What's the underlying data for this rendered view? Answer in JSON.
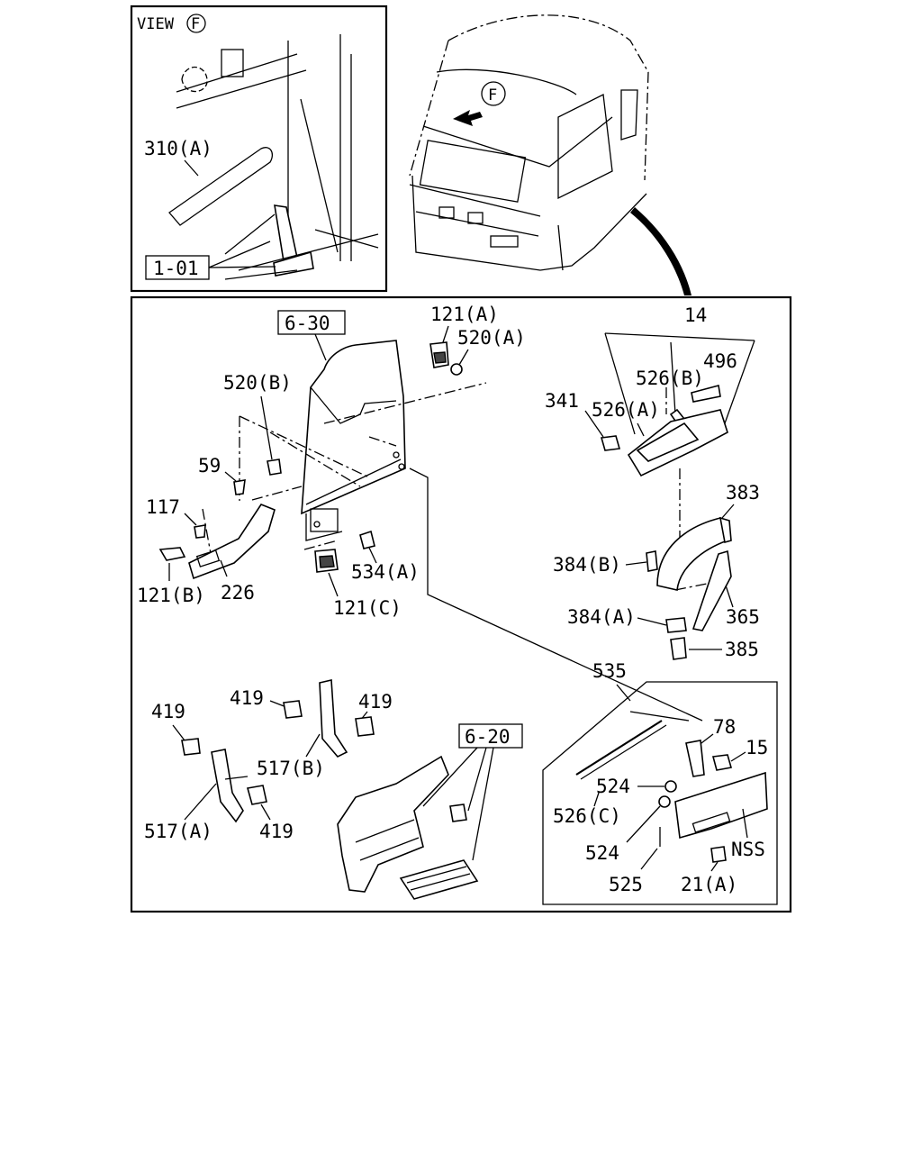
{
  "view": {
    "title": "VIEW",
    "marker": "F"
  },
  "cab_marker": "F",
  "refs": {
    "r101": "1-01",
    "r630": "6-30",
    "r620": "6-20"
  },
  "parts": {
    "p310a": "310(A)",
    "p121a": "121(A)",
    "p520a": "520(A)",
    "p14": "14",
    "p496": "496",
    "p526b": "526(B)",
    "p341": "341",
    "p526a": "526(A)",
    "p520b": "520(B)",
    "p59": "59",
    "p117": "117",
    "p121b": "121(B)",
    "p226": "226",
    "p534a": "534(A)",
    "p121c": "121(C)",
    "p383": "383",
    "p384b": "384(B)",
    "p384a": "384(A)",
    "p365": "365",
    "p385": "385",
    "p535": "535",
    "p78": "78",
    "p15": "15",
    "p524a": "524",
    "p524b": "524",
    "p526c": "526(C)",
    "p525": "525",
    "p21a": "21(A)",
    "pnss": "NSS",
    "p419a": "419",
    "p419b": "419",
    "p419c": "419",
    "p419d": "419",
    "p517a": "517(A)",
    "p517b": "517(B)"
  }
}
